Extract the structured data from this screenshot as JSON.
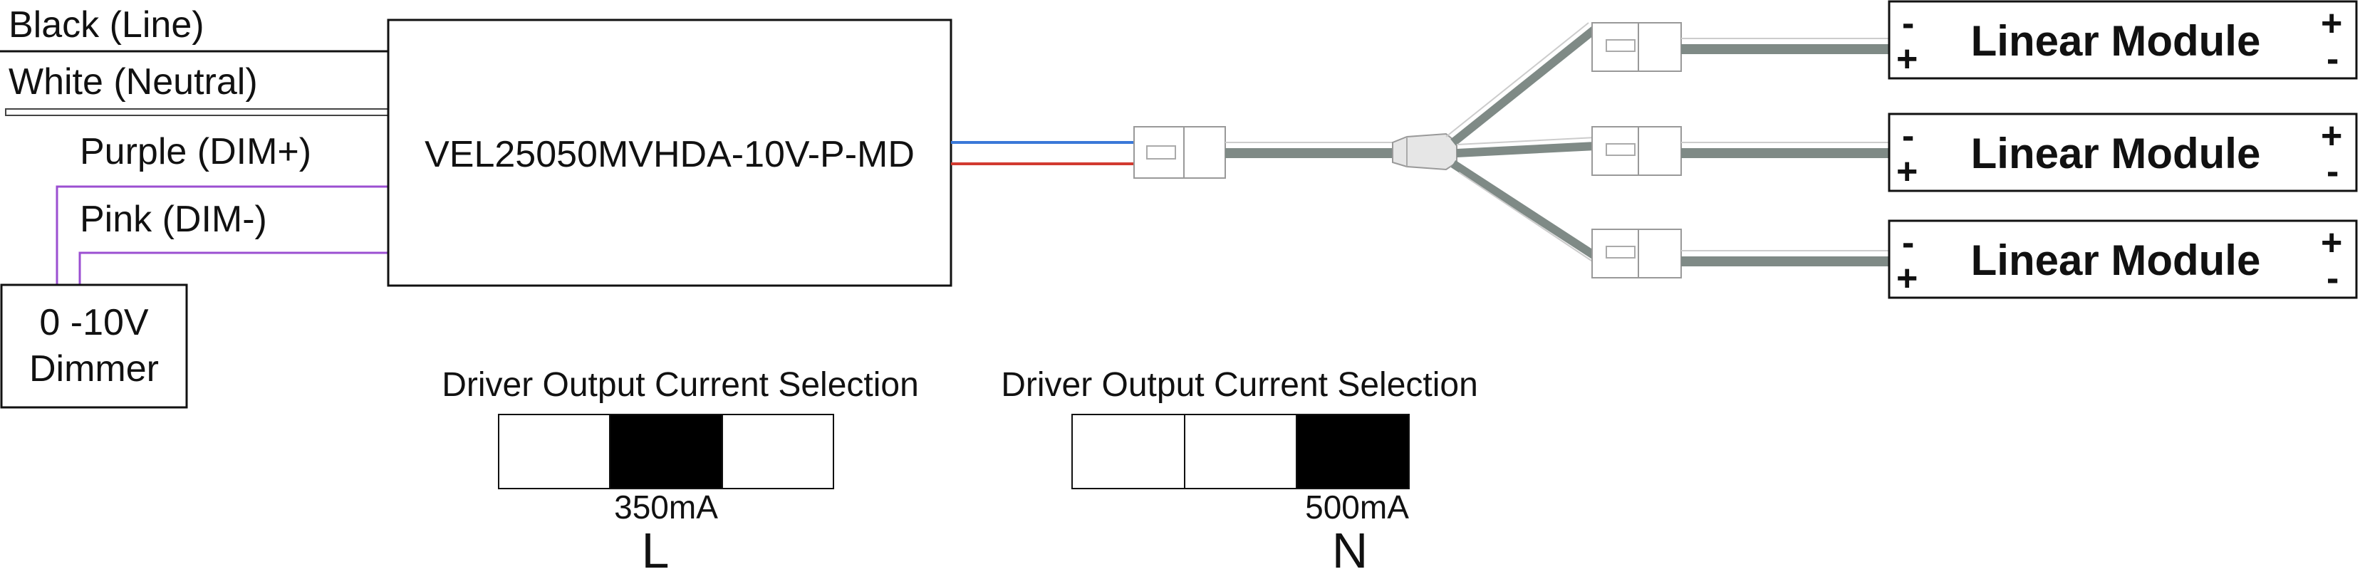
{
  "wires": {
    "black": "Black (Line)",
    "white": "White (Neutral)",
    "purple": "Purple (DIM+)",
    "pink": "Pink (DIM-)"
  },
  "driver": {
    "label": "VEL25050MVHDA-10V-P-MD"
  },
  "dimmer": {
    "line1": "0 -10V",
    "line2": "Dimmer"
  },
  "modules": [
    {
      "label": "Linear Module",
      "left_top": "-",
      "left_bottom": "+",
      "right_top": "+",
      "right_bottom": "-"
    },
    {
      "label": "Linear Module",
      "left_top": "-",
      "left_bottom": "+",
      "right_top": "+",
      "right_bottom": "-"
    },
    {
      "label": "Linear Module",
      "left_top": "-",
      "left_bottom": "+",
      "right_top": "+",
      "right_bottom": "-"
    }
  ],
  "selections": [
    {
      "title": "Driver Output Current Selection",
      "value": "350mA",
      "letter": "L",
      "selected": 1,
      "segments": 3
    },
    {
      "title": "Driver Output Current Selection",
      "value": "500mA",
      "letter": "N",
      "selected": 2,
      "segments": 3
    }
  ],
  "colors": {
    "line": "#111111",
    "purple": "#9b4fd1",
    "blue": "#3a78d8",
    "red": "#d23a30",
    "cable": "#7f8a86",
    "connector": "#c8c8c8"
  }
}
